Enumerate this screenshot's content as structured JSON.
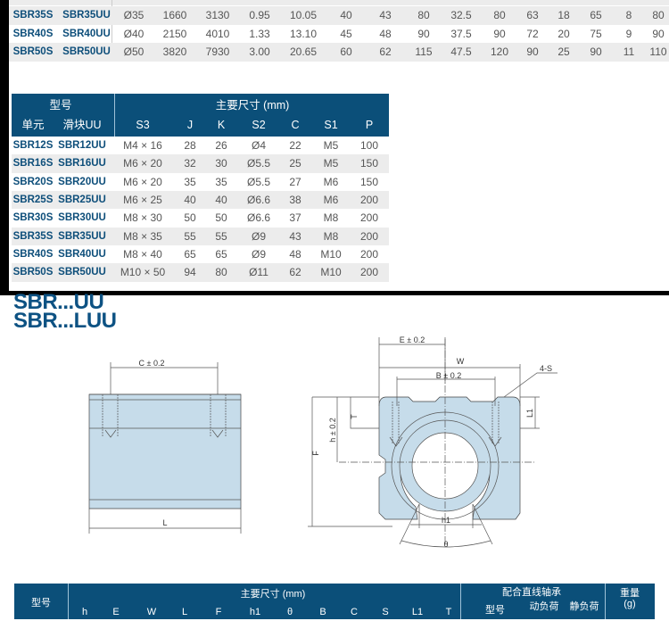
{
  "top_table": {
    "rows": [
      [
        "SBR35S",
        "SBR35UU",
        "Ø35",
        "1660",
        "3130",
        "0.95",
        "10.05",
        "40",
        "43",
        "80",
        "32.5",
        "80",
        "63",
        "18",
        "65",
        "8",
        "80"
      ],
      [
        "SBR40S",
        "SBR40UU",
        "Ø40",
        "2150",
        "4010",
        "1.33",
        "13.10",
        "45",
        "48",
        "90",
        "37.5",
        "90",
        "72",
        "20",
        "75",
        "9",
        "90"
      ],
      [
        "SBR50S",
        "SBR50UU",
        "Ø50",
        "3820",
        "7930",
        "3.00",
        "20.65",
        "60",
        "62",
        "115",
        "47.5",
        "120",
        "90",
        "25",
        "90",
        "11",
        "110"
      ]
    ]
  },
  "size_table": {
    "model_header": "型号",
    "dims_header": "主要尺寸 (mm)",
    "columns": [
      "单元",
      "滑块UU",
      "S3",
      "J",
      "K",
      "S2",
      "C",
      "S1",
      "P"
    ],
    "rows": [
      [
        "SBR12S",
        "SBR12UU",
        "M4 × 16",
        "28",
        "26",
        "Ø4",
        "22",
        "M5",
        "100"
      ],
      [
        "SBR16S",
        "SBR16UU",
        "M6 × 20",
        "32",
        "30",
        "Ø5.5",
        "25",
        "M5",
        "150"
      ],
      [
        "SBR20S",
        "SBR20UU",
        "M6 × 20",
        "35",
        "35",
        "Ø5.5",
        "27",
        "M6",
        "150"
      ],
      [
        "SBR25S",
        "SBR25UU",
        "M6 × 25",
        "40",
        "40",
        "Ø6.6",
        "38",
        "M6",
        "200"
      ],
      [
        "SBR30S",
        "SBR30UU",
        "M8 × 30",
        "50",
        "50",
        "Ø6.6",
        "37",
        "M8",
        "200"
      ],
      [
        "SBR35S",
        "SBR35UU",
        "M8 × 35",
        "55",
        "55",
        "Ø9",
        "43",
        "M8",
        "200"
      ],
      [
        "SBR40S",
        "SBR40UU",
        "M8 × 40",
        "65",
        "65",
        "Ø9",
        "48",
        "M10",
        "200"
      ],
      [
        "SBR50S",
        "SBR50UU",
        "M10 × 50",
        "94",
        "80",
        "Ø11",
        "62",
        "M10",
        "200"
      ]
    ]
  },
  "section_title": [
    "SBR...UU",
    "SBR...LUU"
  ],
  "drawing": {
    "c": "C ± 0.2",
    "l": "L",
    "e": "E ± 0.2",
    "w": "W",
    "b": "B ± 0.2",
    "s": "4-S",
    "t": "T",
    "h": "h ± 0.2",
    "f": "F",
    "l1": "L1",
    "h1": "h1",
    "theta": "θ"
  },
  "bottom_table": {
    "model": "型号",
    "dims": "主要尺寸 (mm)",
    "bearing": "配合直线轴承",
    "weight": "重量",
    "weight_unit": "(g)",
    "dim_cols": [
      "h",
      "E",
      "W",
      "L",
      "F",
      "h1",
      "θ",
      "B",
      "C",
      "S",
      "L1",
      "T"
    ],
    "bearing_cols": [
      "型号",
      "动负荷",
      "静负荷"
    ]
  }
}
